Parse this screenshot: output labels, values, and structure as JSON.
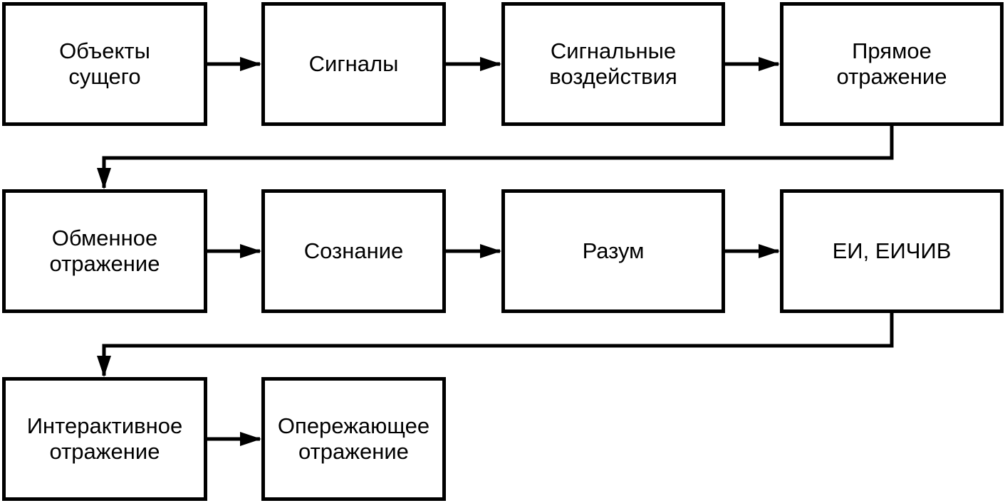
{
  "diagram": {
    "boxes": [
      {
        "id": "objects",
        "label": "Объекты\nсущего"
      },
      {
        "id": "signals",
        "label": "Сигналы"
      },
      {
        "id": "signal_effects",
        "label": "Сигнальные\nвоздействия"
      },
      {
        "id": "direct_reflection",
        "label": "Прямое\nотражение"
      },
      {
        "id": "exchange_reflection",
        "label": "Обменное\nотражение"
      },
      {
        "id": "consciousness",
        "label": "Сознание"
      },
      {
        "id": "mind",
        "label": "Разум"
      },
      {
        "id": "ei_eichiv",
        "label": "ЕИ, ЕИЧИВ"
      },
      {
        "id": "interactive_reflection",
        "label": "Интерактивное\nотражение"
      },
      {
        "id": "anticipatory_reflection",
        "label": "Опережающее\nотражение"
      }
    ],
    "colors": {
      "stroke": "#000000",
      "fill": "#ffffff"
    }
  }
}
